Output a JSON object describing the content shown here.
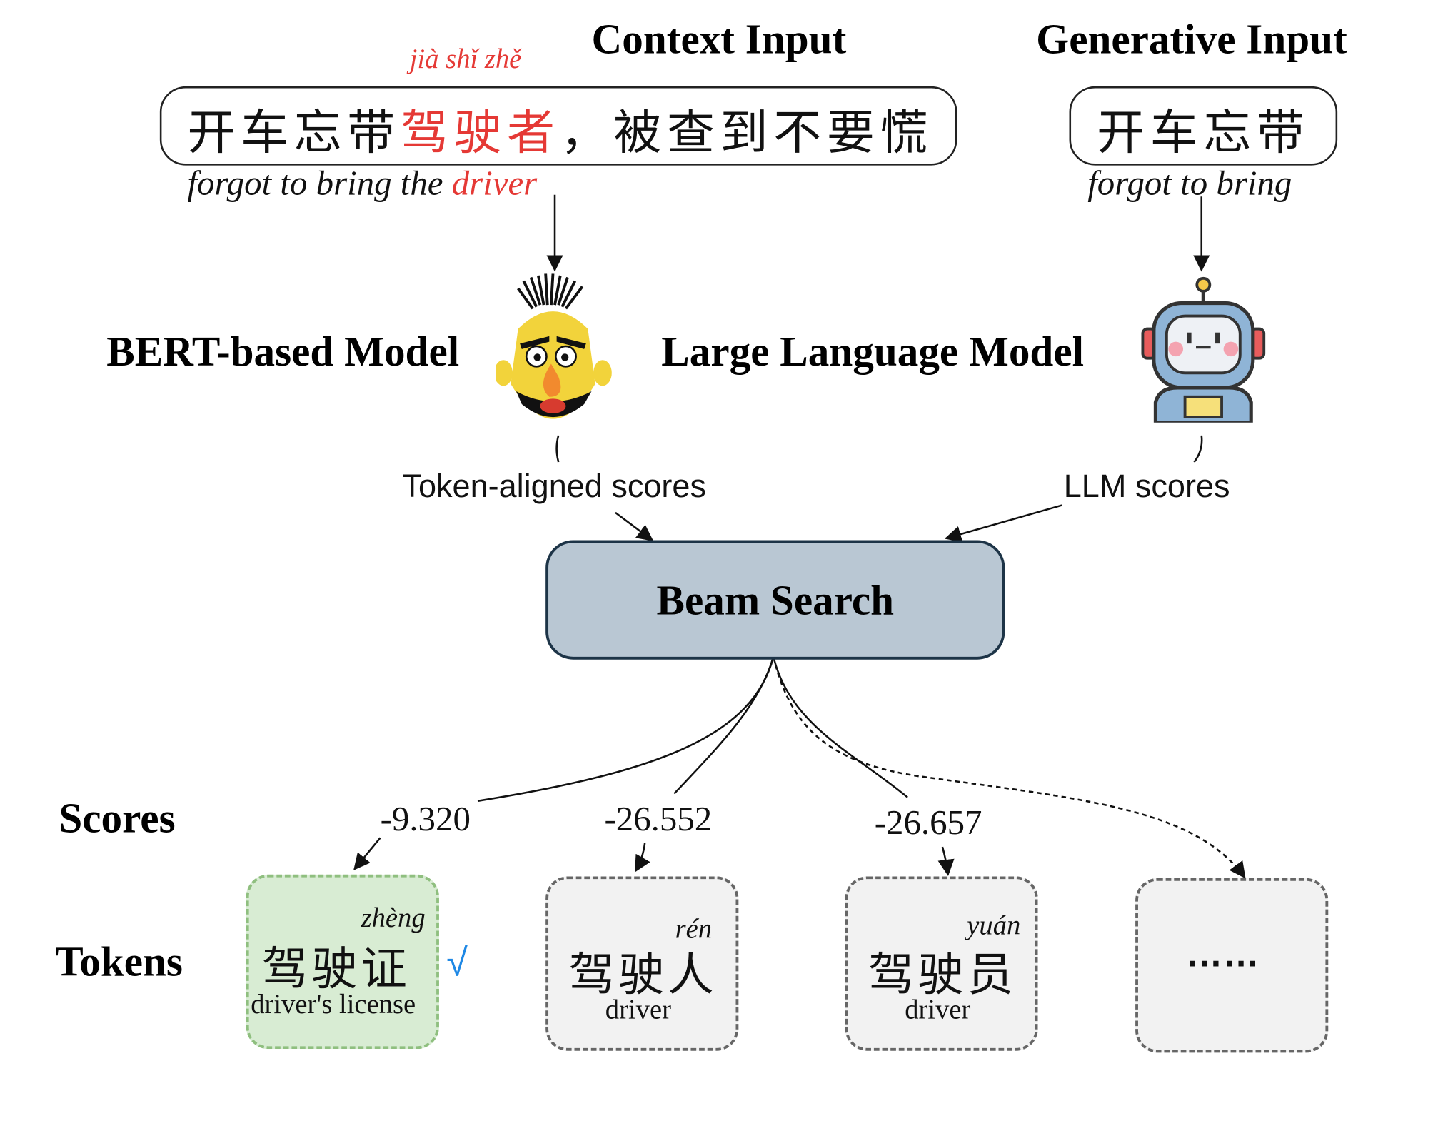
{
  "headers": {
    "context_input": "Context Input",
    "generative_input": "Generative Input"
  },
  "context": {
    "pinyin": "jià shǐ zhě",
    "sentence_pre": "开车忘带",
    "sentence_highlight": "驾驶者",
    "sentence_post": "，被查到不要慌",
    "translation_pre": "forgot to bring the ",
    "translation_highlight": "driver"
  },
  "generative": {
    "sentence": "开车忘带",
    "translation": "forgot to bring"
  },
  "models": {
    "bert_label": "BERT-based Model",
    "bert_icon": "bert-face-icon",
    "llm_label": "Large Language Model",
    "llm_icon": "robot-icon"
  },
  "score_labels": {
    "token_aligned": "Token-aligned scores",
    "llm": "LLM scores"
  },
  "beam_search": "Beam Search",
  "rows": {
    "scores": "Scores",
    "tokens": "Tokens"
  },
  "candidates": [
    {
      "score": "-9.320",
      "pinyin": "zhèng",
      "chinese": "驾驶证",
      "english": "driver's license",
      "selected": true,
      "check": "√"
    },
    {
      "score": "-26.552",
      "pinyin": "rén",
      "chinese": "驾驶人",
      "english": "driver",
      "selected": false
    },
    {
      "score": "-26.657",
      "pinyin": "yuán",
      "chinese": "驾驶员",
      "english": "driver",
      "selected": false
    },
    {
      "ellipsis": "……"
    }
  ],
  "colors": {
    "highlight": "#e53935",
    "beam_fill": "#b9c7d3",
    "beam_border": "#1d3447",
    "selected_fill": "#d8ecd3",
    "selected_border": "#8fbf7f",
    "token_fill": "#f2f2f2",
    "check": "#1e88e5"
  }
}
